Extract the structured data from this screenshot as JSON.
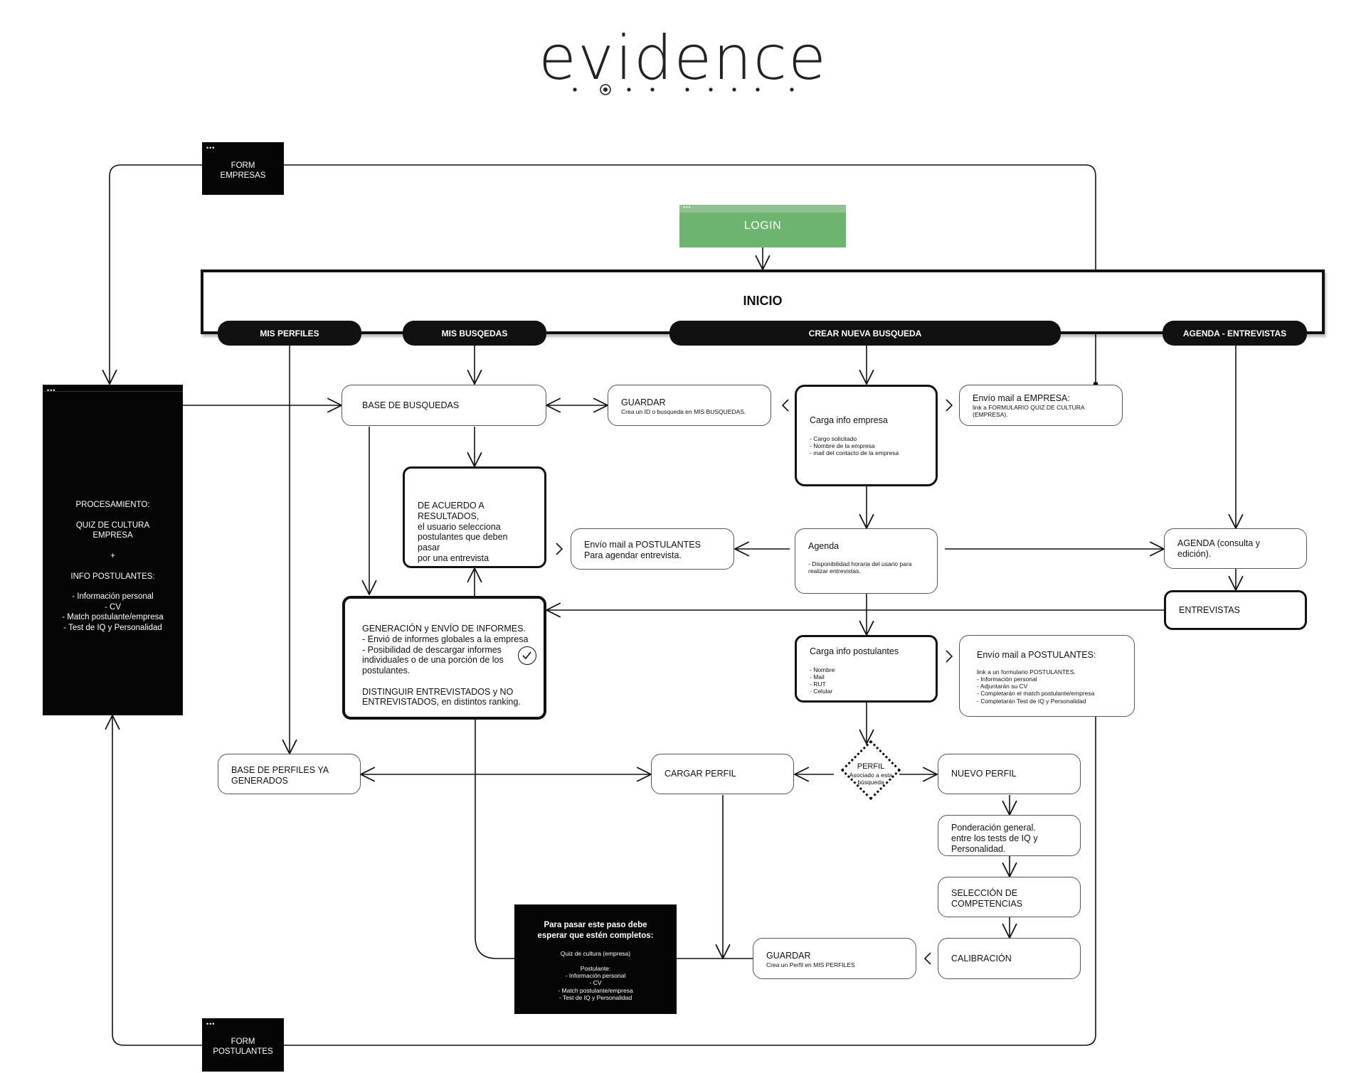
{
  "logo": {
    "text": "evidence"
  },
  "login": {
    "label": "LOGIN"
  },
  "inicio": {
    "title": "INICIO"
  },
  "nav": {
    "mis_perfiles": "MIS PERFILES",
    "mis_busquedas": "MIS BUSQEDAS",
    "crear_nueva_busqueda": "CREAR NUEVA BUSQUEDA",
    "agenda_entrevistas": "AGENDA - ENTREVISTAS"
  },
  "form_empresas": {
    "label": "FORM\nEMPRESAS"
  },
  "form_postulantes": {
    "label": "FORM\nPOSTULANTES"
  },
  "procesamiento": {
    "text": "PROCESAMIENTO:\n\nQUIZ DE CULTURA\nEMPRESA\n\n+\n\nINFO POSTULANTES:\n\n- Información personal\n- CV\n- Match postulante/empresa\n- Test de IQ y Personalidad"
  },
  "nodes": {
    "base_busquedas": {
      "title": "BASE DE BUSQUEDAS"
    },
    "guardar_busqueda": {
      "title": "GUARDAR",
      "detail": "Crea un ID o busqueda en MIS BUSQUEDAS."
    },
    "carga_info_empresa": {
      "title": "Carga info empresa",
      "detail": "- Cargo solicitado\n- Nombre de la empresa\n- mail del contacto de la empresa"
    },
    "envio_mail_empresa": {
      "title": "Envío mail a EMPRESA:",
      "detail": "link a FORMULARIO QUIZ DE CULTURA\n(EMPRESA)."
    },
    "de_acuerdo": {
      "title": "DE ACUERDO A RESULTADOS,\nel usuario selecciona\npostulantes que deben pasar\npor una entrevista"
    },
    "envio_mail_postulantes_agenda": {
      "title": "Envío mail a POSTULANTES\nPara agendar entrevista."
    },
    "agenda": {
      "title": "Agenda",
      "detail": "- Disponibilidad horaria del usario para\nrealizar entrevistas."
    },
    "agenda_consulta": {
      "title": "AGENDA (consulta y edición)."
    },
    "entrevistas": {
      "title": "ENTREVISTAS"
    },
    "generacion": {
      "title": "GENERACIÓN y ENVÍO DE INFORMES.\n- Envió de informes globales a la empresa\n- Posibilidad de descargar informes\nindividuales o de una porción de los\npostulantes.\n\nDISTINGUIR ENTREVISTADOS y NO\nENTREVISTADOS, en distintos ranking."
    },
    "carga_info_postulantes": {
      "title": "Carga info postulantes",
      "detail": "- Nombre\n- Mail\n- RUT\n- Celular"
    },
    "envio_mail_postulantes_form": {
      "title": "Envío mail a POSTULANTES:",
      "detail": "link a un formulario POSTULANTES.\n- Información personal\n- Adjuntarán su CV\n- Completarán el match postulante/empresa\n- Completarán Test de IQ y Personalidad"
    },
    "base_perfiles": {
      "title": "BASE DE PERFILES YA\nGENERADOS"
    },
    "cargar_perfil": {
      "title": "CARGAR PERFIL"
    },
    "perfil_diamond": {
      "title": "PERFIL",
      "detail": "Asociado a esta\nbúsqueda"
    },
    "nuevo_perfil": {
      "title": "NUEVO PERFIL"
    },
    "ponderacion": {
      "title": "Ponderación general.\nentre los tests de IQ y\nPersonalidad."
    },
    "seleccion_competencias": {
      "title": "SELECCIÓN DE\nCOMPETENCIAS"
    },
    "calibracion": {
      "title": "CALIBRACIÓN"
    },
    "guardar_perfil": {
      "title": "GUARDAR",
      "detail": "Crea un Perfil en MIS PERFILES"
    }
  },
  "wait_note": {
    "title": "Para pasar este paso debe\nesperar que estén completos:",
    "body": "Quiz de cultura (empresa)\n\nPostulante:\n- Información personal\n- CV\n- Match postulante/empresa\n- Test de IQ y Personalidad"
  }
}
